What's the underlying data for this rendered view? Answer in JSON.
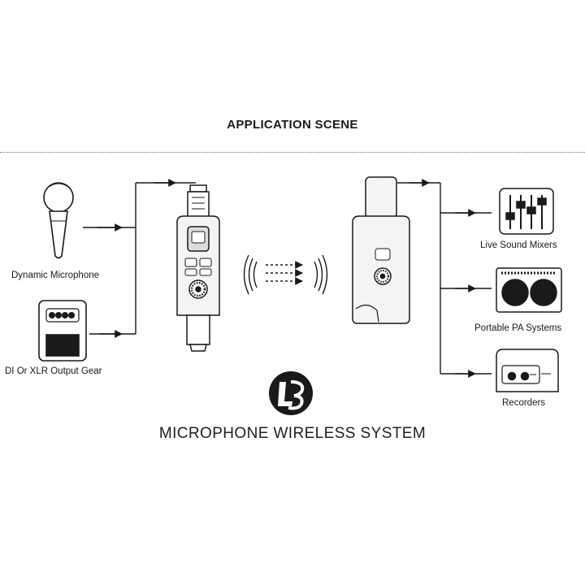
{
  "header": {
    "title": "APPLICATION SCENE"
  },
  "inputs": [
    {
      "label": "Dynamic Microphone",
      "icon": "microphone-icon"
    },
    {
      "label": "DI Or XLR Output Gear",
      "icon": "pedal-icon"
    }
  ],
  "devices": {
    "transmitter_icon": "transmitter-icon",
    "receiver_icon": "receiver-icon",
    "signal_icon": "wireless-signal-icon"
  },
  "outputs": [
    {
      "label": "Live Sound Mixers",
      "icon": "mixer-icon"
    },
    {
      "label": "Portable PA Systems",
      "icon": "speaker-icon"
    },
    {
      "label": "Recorders",
      "icon": "recorder-icon"
    }
  ],
  "footer": {
    "logo_icon": "brand-logo-icon",
    "title": "MICROPHONE WIRELESS SYSTEM"
  },
  "colors": {
    "line": "#1a1a1a",
    "device_fill": "#f4f4f4"
  }
}
